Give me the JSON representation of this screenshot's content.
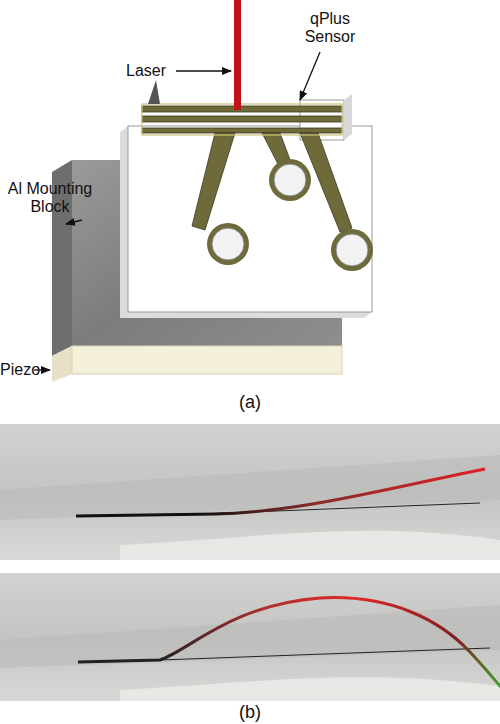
{
  "diagram": {
    "labels": [
      "Laser",
      "qPlus Sensor",
      "Al Mounting Block",
      "Piezo",
      "(a)",
      "(b)"
    ]
  }
}
